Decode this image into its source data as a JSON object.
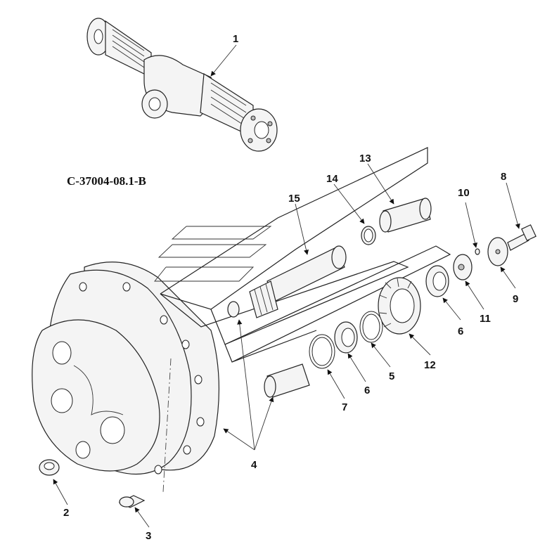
{
  "diagram": {
    "drawing_code": "C-37004-08.1-B",
    "callouts": [
      {
        "id": "c1",
        "label": "1"
      },
      {
        "id": "c2",
        "label": "2"
      },
      {
        "id": "c3",
        "label": "3"
      },
      {
        "id": "c4",
        "label": "4"
      },
      {
        "id": "c5",
        "label": "5"
      },
      {
        "id": "c6a",
        "label": "6"
      },
      {
        "id": "c6b",
        "label": "6"
      },
      {
        "id": "c7",
        "label": "7"
      },
      {
        "id": "c8",
        "label": "8"
      },
      {
        "id": "c9",
        "label": "9"
      },
      {
        "id": "c10",
        "label": "10"
      },
      {
        "id": "c11",
        "label": "11"
      },
      {
        "id": "c12",
        "label": "12"
      },
      {
        "id": "c13",
        "label": "13"
      },
      {
        "id": "c14",
        "label": "14"
      },
      {
        "id": "c15",
        "label": "15"
      }
    ]
  }
}
